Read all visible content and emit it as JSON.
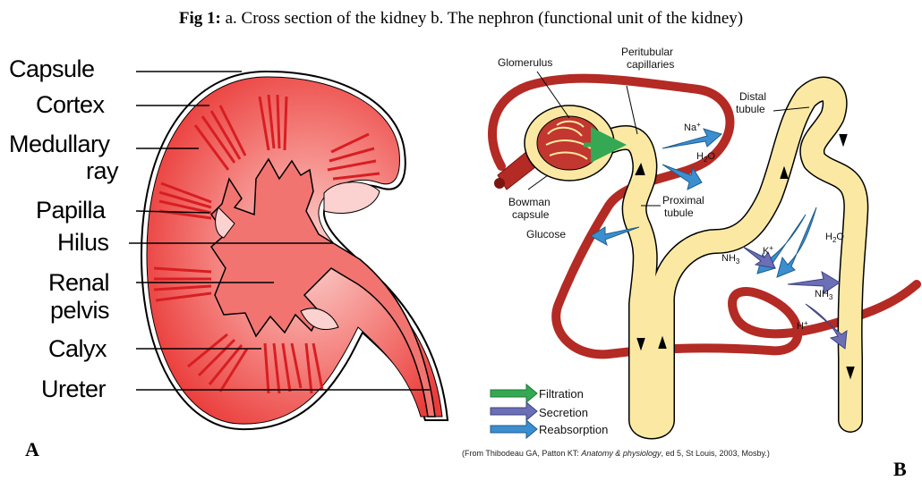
{
  "caption": {
    "bold": "Fig 1:",
    "text": " a. Cross section of the kidney b. The nephron (functional unit of the kidney)"
  },
  "panel_a": {
    "letter": "A",
    "labels": {
      "capsule": "Capsule",
      "cortex": "Cortex",
      "medullary_1": "Medullary",
      "medullary_2": "ray",
      "papilla": "Papilla",
      "hilus": "Hilus",
      "renal": "Renal",
      "pelvis": "pelvis",
      "calyx": "Calyx",
      "ureter": "Ureter"
    },
    "colors": {
      "kidney": "#f47a78",
      "deep": "#e42a2a",
      "light": "#fbd2cf",
      "outline": "#000000"
    }
  },
  "panel_b": {
    "letter": "B",
    "labels": {
      "glomerulus": "Glomerulus",
      "peritubular_1": "Peritubular",
      "peritubular_2": "capillaries",
      "distal_1": "Distal",
      "distal_2": "tubule",
      "bowman_1": "Bowman",
      "bowman_2": "capsule",
      "proximal_1": "Proximal",
      "proximal_2": "tubule",
      "glucose": "Glucose",
      "na": "Na",
      "na_sup": "+",
      "h2o_a": "H",
      "h2o_a_sub": "2",
      "h2o_a_end": "O",
      "h2o_b": "H",
      "h2o_b_sub": "2",
      "h2o_b_end": "O",
      "nh3_a": "NH",
      "nh3_a_sub": "3",
      "k": "K",
      "k_sup": "+",
      "nh3_b": "NH",
      "nh3_b_sub": "3",
      "h": "H",
      "h_sup": "+"
    },
    "legend": {
      "filtration": "Filtration",
      "secretion": "Secretion",
      "reabsorption": "Reabsorption"
    },
    "colors": {
      "tubule": "#fbe9a3",
      "vessel": "#b42a24",
      "filtration": "#34a853",
      "secretion": "#6b6fb5",
      "reabsorption": "#3b8fd0"
    },
    "credit_prefix": "(From Thibodeau GA, Patton KT: ",
    "credit_title": "Anatomy & physiology",
    "credit_suffix": ", ed 5, St Louis, 2003, Mosby.)"
  }
}
